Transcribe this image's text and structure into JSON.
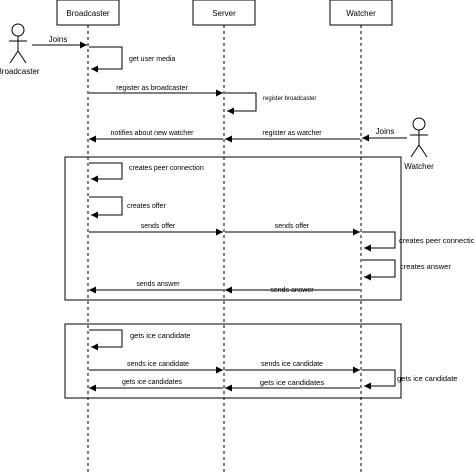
{
  "participants": {
    "broadcaster": "Broadcaster",
    "server": "Server",
    "watcher": "Watcher"
  },
  "actors": {
    "broadcaster": "Broadcaster",
    "watcher": "Watcher"
  },
  "messages": {
    "joins_broadcaster": "Joins",
    "get_user_media": "get user media",
    "register_as_broadcaster": "register as broadcaster",
    "register_broadcaster": "register broadcaster",
    "notifies_new_watcher": "notifies about new watcher",
    "register_as_watcher": "register as watcher",
    "joins_watcher": "Joins",
    "creates_peer_connection_b": "creates peer connection",
    "creates_offer": "creates offer",
    "sends_offer_1": "sends offer",
    "sends_offer_2": "sends offer",
    "creates_peer_connection_w": "creates peer connection",
    "creates_answer": "creates answer",
    "sends_answer_1": "sends answer",
    "sends_answer_2": "sends answer",
    "gets_ice_candidate_b": "gets ice candidate",
    "sends_ice_candidate_1": "sends ice candidate",
    "sends_ice_candidate_2": "sends ice candidate",
    "gets_ice_candidates_1": "gets ice candidates",
    "gets_ice_candidates_2": "gets ice candidates",
    "gets_ice_candidate_w": "gets ice candidate"
  },
  "colors": {
    "line": "#000000",
    "background": "#ffffff"
  }
}
